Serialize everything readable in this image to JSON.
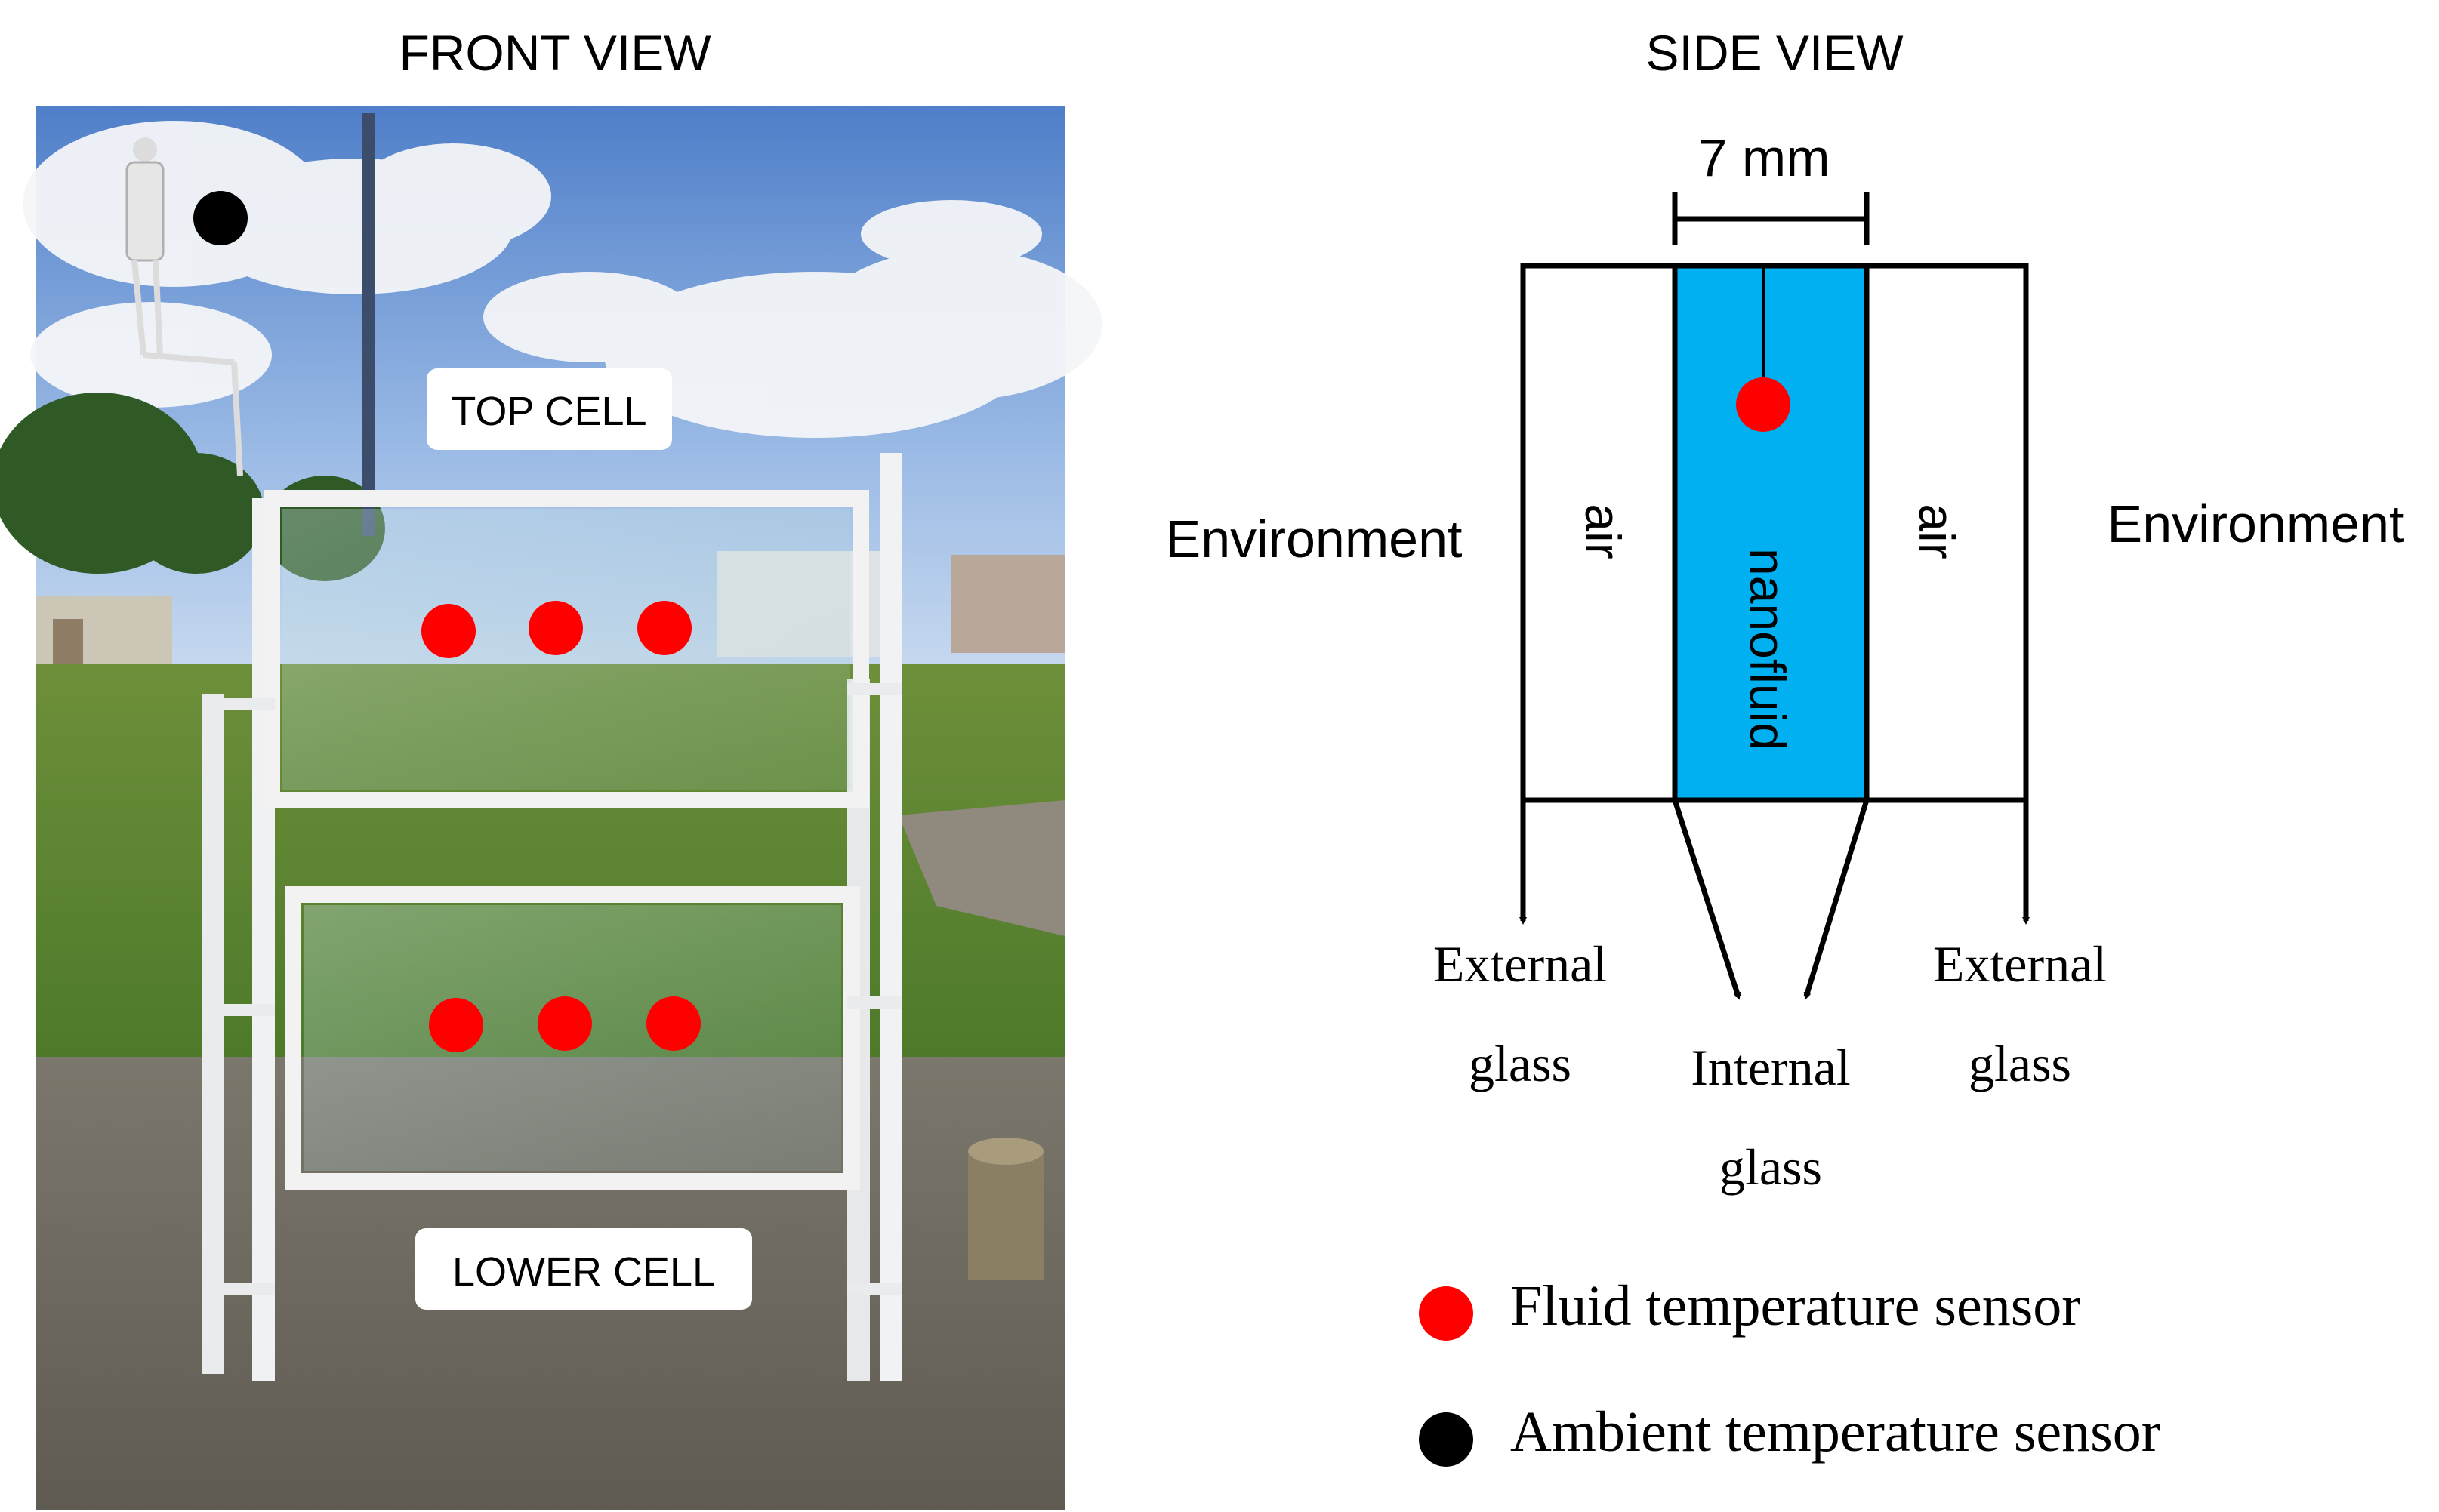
{
  "front_view": {
    "title": "FRONT VIEW",
    "top_cell_label": "TOP CELL",
    "lower_cell_label": "LOWER CELL"
  },
  "side_view": {
    "title": "SIDE VIEW",
    "dimension_label": "7 mm",
    "left_environment": "Environment",
    "right_environment": "Environment",
    "left_gap_label": "air",
    "center_label": "nanofluid",
    "right_gap_label": "air",
    "external_glass_left": [
      "External",
      "glass"
    ],
    "internal_glass": [
      "Internal",
      "glass"
    ],
    "external_glass_right": [
      "External",
      "glass"
    ]
  },
  "legend": {
    "fluid_sensor": "Fluid temperature sensor",
    "ambient_sensor": "Ambient temperature sensor"
  },
  "colors": {
    "fluid_sensor": "#ff0000",
    "ambient_sensor": "#000000",
    "nanofluid": "#00b0f0"
  },
  "icons": [
    "weather-sensor-icon",
    "fluid-sensor-dot",
    "ambient-sensor-dot"
  ]
}
